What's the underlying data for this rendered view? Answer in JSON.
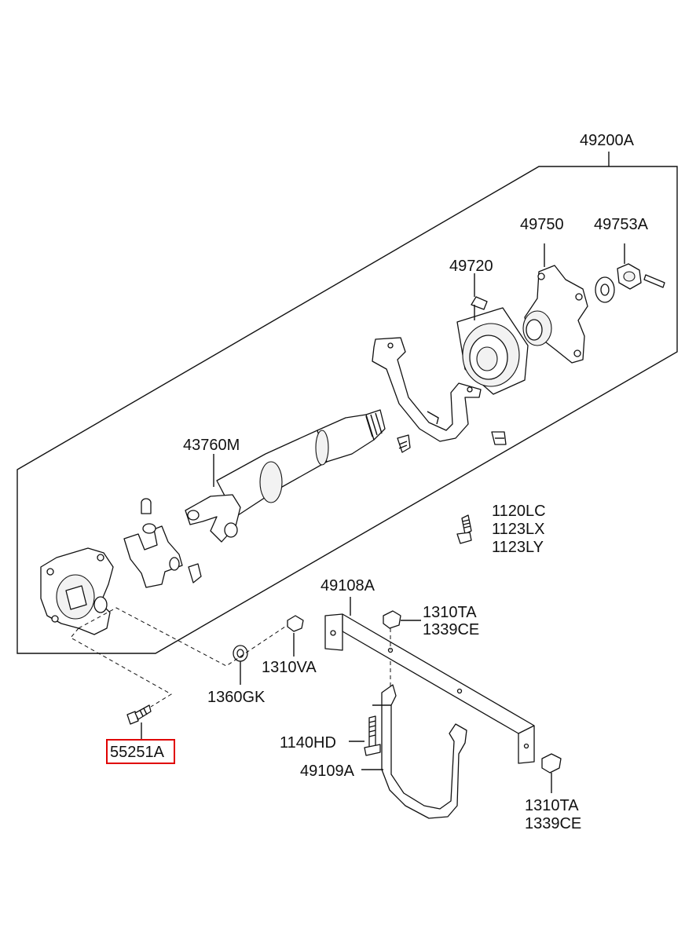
{
  "labels": {
    "assembly": "49200A",
    "flange": "49750",
    "nut": "49753A",
    "bearing": "49720",
    "shaft": "43760M",
    "bolts_a": "1120LC",
    "bolts_b": "1123LX",
    "bolts_c": "1123LY",
    "crossmember": "49108A",
    "nut_top_a": "1310TA",
    "nut_top_b": "1339CE",
    "nut_mid": "1310VA",
    "washer": "1360GK",
    "bolt_highlighted": "55251A",
    "bolt_strap": "1140HD",
    "strap": "49109A",
    "nut_bottom_a": "1310TA",
    "nut_bottom_b": "1339CE"
  },
  "colors": {
    "line": "#111111",
    "highlight": "#e00000",
    "background": "#ffffff"
  }
}
